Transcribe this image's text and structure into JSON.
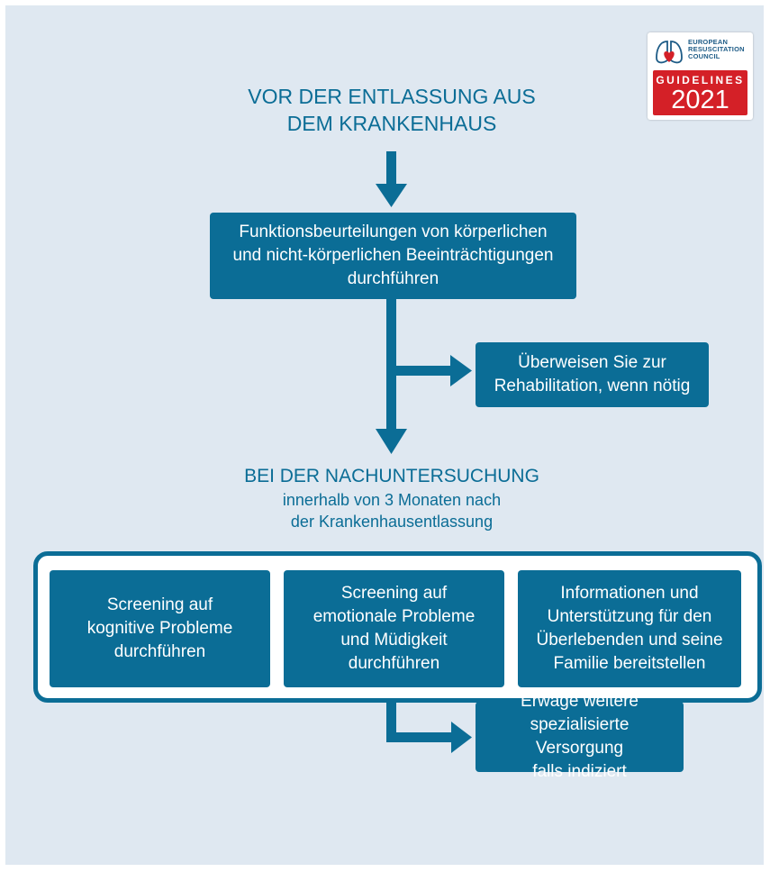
{
  "logo": {
    "org_text": "EUROPEAN\nRESUSCITATION\nCOUNCIL",
    "label": "GUIDELINES",
    "year": "2021"
  },
  "section1": {
    "title_line1": "VOR DER ENTLASSUNG AUS",
    "title_line2": "DEM KRANKENHAUS"
  },
  "steps": {
    "assessment": "Funktionsbeurteilungen von körperlichen\nund nicht-körperlichen Beeinträchtigungen\ndurchführen",
    "rehab": "Überweisen Sie zur\nRehabilitation, wenn nötig"
  },
  "section2": {
    "title": "BEI DER NACHUNTERSUCHUNG",
    "subtitle_line1": "innerhalb von 3 Monaten nach",
    "subtitle_line2": "der Krankenhausentlassung"
  },
  "followup_boxes": [
    {
      "text": "Screening auf\nkognitive Probleme\ndurchführen"
    },
    {
      "text": "Screening auf\nemotionale Probleme\nund Müdigkeit\ndurchführen"
    },
    {
      "text": "Informationen und\nUnterstützung für den\nÜberlebenden und seine\nFamilie bereitstellen"
    }
  ],
  "final_step": "Erwäge weitere\nspezialisierte Versorgung\nfalls indiziert",
  "colors": {
    "primary": "#0b6d96",
    "background": "#dfe8f1",
    "logo_red": "#d42027"
  }
}
